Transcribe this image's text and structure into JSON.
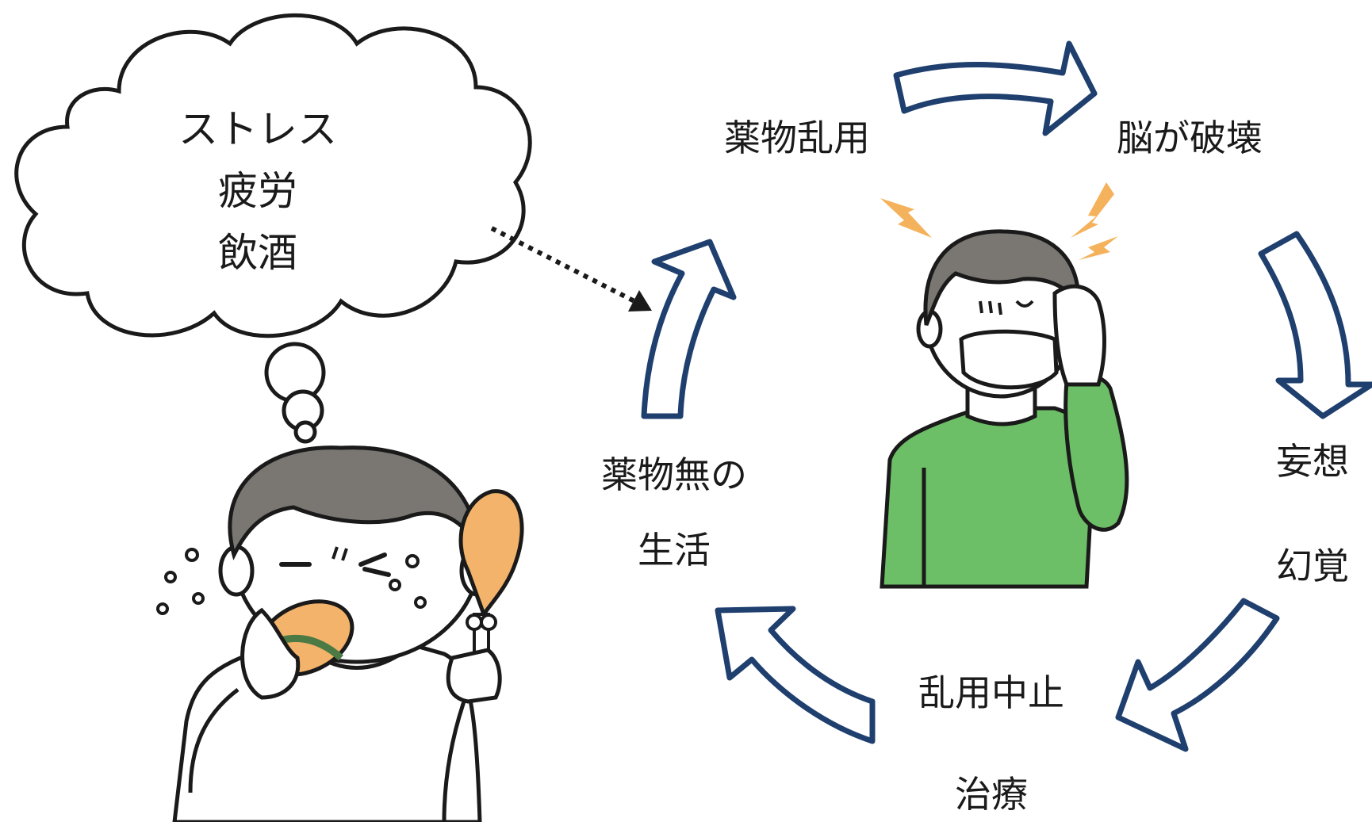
{
  "thought_cloud": {
    "lines": [
      "ストレス",
      "疲労",
      "飲酒"
    ]
  },
  "cycle": {
    "labels": {
      "drug_abuse": "薬物乱用",
      "brain_damage": "脳が破壊",
      "delusion": "妄想",
      "hallucination": "幻覚",
      "stop_abuse": "乱用中止",
      "treatment": "治療",
      "drug_free_line1": "薬物無の",
      "drug_free_line2": "生活"
    }
  },
  "colors": {
    "arrow_stroke": "#1f3f6e",
    "shirt_green": "#6dbf67",
    "hair_gray": "#7a7672",
    "lightning": "#f5b25c",
    "food_orange": "#f3b36a",
    "outline": "#1a1a1a"
  }
}
